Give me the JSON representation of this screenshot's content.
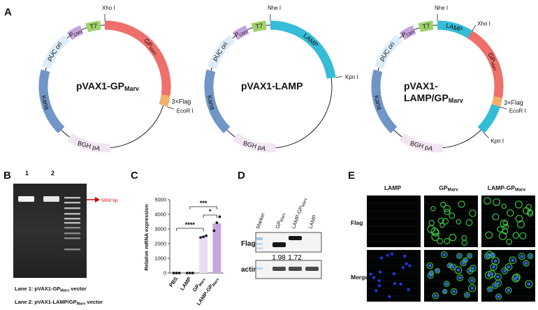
{
  "figure": {
    "panels": {
      "A": "A",
      "B": "B",
      "C": "C",
      "D": "D",
      "E": "E"
    }
  },
  "plasmids": [
    {
      "name": "pVAX1-GP",
      "name_sub": "Marv",
      "segments": [
        {
          "label": "GP",
          "sub": "Marv",
          "color": "#ef6f6a",
          "start": 0,
          "end": 98
        },
        {
          "label": "3×Flag",
          "sub": "",
          "color": "#f3b06b",
          "start": 98,
          "end": 108
        },
        {
          "label": "BGH pA",
          "sub": "",
          "color": "#f3e6f3",
          "start": 175,
          "end": 215
        },
        {
          "label": "Kana",
          "sub": "",
          "color": "#6f96c6",
          "start": 225,
          "end": 285
        },
        {
          "label": "pUC ori",
          "sub": "",
          "color": "#dcecf9",
          "start": 288,
          "end": 322
        },
        {
          "label": "P",
          "sub": "CMV",
          "color": "#c5a3dc",
          "start": 325,
          "end": 338
        },
        {
          "label": "T7",
          "sub": "",
          "color": "#9fd069",
          "start": 343,
          "end": 356
        }
      ],
      "sites": [
        {
          "label": "Xho I",
          "angle": 0
        },
        {
          "label": "EcoR I",
          "angle": 108
        }
      ]
    },
    {
      "name": "pVAX1-LAMP",
      "name_sub": "",
      "segments": [
        {
          "label": "LAMP",
          "sub": "",
          "color": "#35bcd7",
          "start": 0,
          "end": 82
        },
        {
          "label": "BGH pA",
          "sub": "",
          "color": "#f3e6f3",
          "start": 175,
          "end": 215
        },
        {
          "label": "Kana",
          "sub": "",
          "color": "#6f96c6",
          "start": 225,
          "end": 285
        },
        {
          "label": "pUC ori",
          "sub": "",
          "color": "#dcecf9",
          "start": 288,
          "end": 322
        },
        {
          "label": "P",
          "sub": "CMV",
          "color": "#c5a3dc",
          "start": 325,
          "end": 338
        },
        {
          "label": "T7",
          "sub": "",
          "color": "#9fd069",
          "start": 343,
          "end": 356
        }
      ],
      "sites": [
        {
          "label": "Nhe I",
          "angle": 0
        },
        {
          "label": "Kpn I",
          "angle": 82
        }
      ]
    },
    {
      "name": "pVAX1-",
      "name2": "LAMP/GP",
      "name_sub": "Marv",
      "segments": [
        {
          "label": "LAMP",
          "sub": "",
          "color": "#35bcd7",
          "start": 0,
          "end": 32
        },
        {
          "label": "GP",
          "sub": "Marv",
          "color": "#ef6f6a",
          "start": 32,
          "end": 100
        },
        {
          "label": "3×Flag",
          "sub": "",
          "color": "#f3b06b",
          "start": 100,
          "end": 108
        },
        {
          "label": "",
          "sub": "",
          "color": "#35bcd7",
          "start": 108,
          "end": 135
        },
        {
          "label": "BGH pA",
          "sub": "",
          "color": "#f3e6f3",
          "start": 175,
          "end": 215
        },
        {
          "label": "Kana",
          "sub": "",
          "color": "#6f96c6",
          "start": 225,
          "end": 285
        },
        {
          "label": "pUC ori",
          "sub": "",
          "color": "#dcecf9",
          "start": 288,
          "end": 322
        },
        {
          "label": "P",
          "sub": "CMV",
          "color": "#c5a3dc",
          "start": 325,
          "end": 338
        },
        {
          "label": "T7",
          "sub": "",
          "color": "#9fd069",
          "start": 343,
          "end": 356
        }
      ],
      "sites": [
        {
          "label": "Nhe I",
          "angle": 0
        },
        {
          "label": "Xho I",
          "angle": 32
        },
        {
          "label": "EcoR I",
          "angle": 108
        },
        {
          "label": "Kpn I",
          "angle": 135
        }
      ]
    }
  ],
  "gel_b": {
    "lanes": [
      "1",
      "2"
    ],
    "marker_label": "5000 bp",
    "legend": [
      {
        "prefix": "Lane 1: pVAX1-GP",
        "sub": "Marv",
        "suffix": " vector"
      },
      {
        "prefix": "Lane 2: pVAX1-LAMP/GP",
        "sub": "Marv",
        "suffix": " vector"
      }
    ]
  },
  "chart_data": {
    "type": "bar",
    "categories": [
      "PBS",
      "LAMP",
      "GP",
      "LAMP-GP"
    ],
    "category_subs": [
      "",
      "",
      "Marv",
      "Marv"
    ],
    "values": [
      0,
      0,
      2480,
      3380
    ],
    "points": [
      [
        0,
        0,
        0
      ],
      [
        0,
        0,
        0
      ],
      [
        2420,
        2470,
        2540
      ],
      [
        2880,
        3430,
        3840
      ]
    ],
    "colors": [
      "#c7a6dc",
      "#c7a6dc",
      "#ecdcf3",
      "#c7a6dc"
    ],
    "ylabel": "Relative mRNA expression",
    "ylim": [
      0,
      5000
    ],
    "yticks": [
      0,
      1000,
      2000,
      3000,
      4000,
      5000
    ],
    "significance": [
      {
        "from": 0,
        "to": 2,
        "label": "****"
      },
      {
        "from": 1,
        "to": 3,
        "label": "***"
      },
      {
        "from": 2,
        "to": 3,
        "label": "*"
      }
    ]
  },
  "blot_d": {
    "columns": [
      {
        "label": "Marker",
        "sub": ""
      },
      {
        "label": "GP",
        "sub": "Marv"
      },
      {
        "label": "LAMP-GP",
        "sub": "Marv"
      },
      {
        "label": "LAMP",
        "sub": ""
      }
    ],
    "rows": [
      "Flag",
      "actin"
    ],
    "ratios": [
      "1.98",
      "1.72"
    ]
  },
  "microscopy_e": {
    "columns": [
      {
        "label": "LAMP",
        "sub": ""
      },
      {
        "label": "GP",
        "sub": "Marv"
      },
      {
        "label": "LAMP-GP",
        "sub": "Marv"
      }
    ],
    "rows": [
      "Flag",
      "Merge"
    ]
  }
}
